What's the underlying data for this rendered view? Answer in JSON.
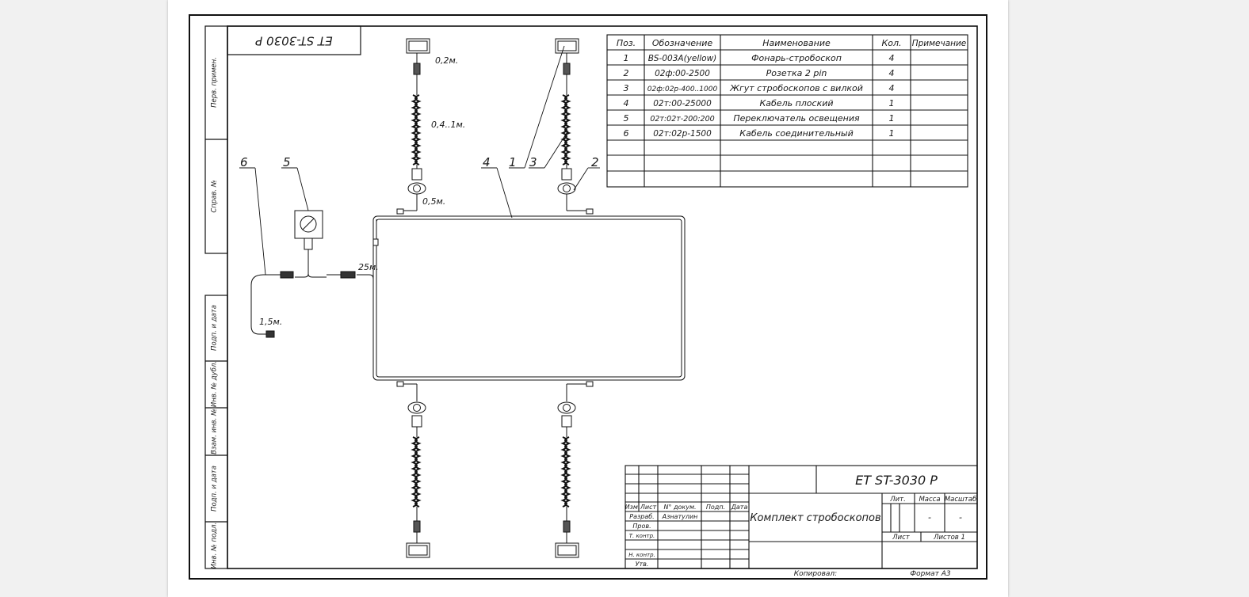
{
  "stamp_rotated": "ET ST-3030 P",
  "side_columns": {
    "perv_primen": "Перв. примен.",
    "sprav_no": "Справ. №",
    "podp_data_1": "Подп. и дата",
    "inv_dubl": "Инв. № дубл.",
    "vzam_inv": "Взам. инв. №",
    "podp_data_2": "Подп. и дата",
    "inv_podl": "Инв. № подл."
  },
  "callouts": {
    "c1": "1",
    "c2": "2",
    "c3": "3",
    "c4": "4",
    "c5": "5",
    "c6": "6"
  },
  "dimensions": {
    "lamp_lead": "0,2м.",
    "spiral": "0,4..1м.",
    "socket_lead": "0,5м.",
    "main_cable": "25м.",
    "plug_lead": "1,5м."
  },
  "spec": {
    "headers": [
      "Поз.",
      "Обозначение",
      "Наименование",
      "Кол.",
      "Примечание"
    ],
    "rows": [
      {
        "pos": "1",
        "code": "BS-003A(yellow)",
        "name": "Фонарь-стробоскоп",
        "qty": "4",
        "note": ""
      },
      {
        "pos": "2",
        "code": "02ф:00-2500",
        "name": "Розетка 2 pin",
        "qty": "4",
        "note": ""
      },
      {
        "pos": "3",
        "code": "02ф:02р-400..1000",
        "name": "Жгут стробоскопов с вилкой",
        "qty": "4",
        "note": ""
      },
      {
        "pos": "4",
        "code": "02т:00-25000",
        "name": "Кабель плоский",
        "qty": "1",
        "note": ""
      },
      {
        "pos": "5",
        "code": "02т:02т-200:200",
        "name": "Переключатель освещения",
        "qty": "1",
        "note": ""
      },
      {
        "pos": "6",
        "code": "02т:02р-1500",
        "name": "Кабель соединительный",
        "qty": "1",
        "note": ""
      }
    ]
  },
  "title_block": {
    "designation": "ET ST-3030 P",
    "product_name": "Комплект стробоскопов",
    "izm": "Изм.",
    "list": "Лист",
    "doc_no": "N° докум.",
    "podp": "Подп.",
    "data": "Дата",
    "razrab": "Разраб.",
    "razrab_name": "Азнатулин",
    "prov": "Пров.",
    "t_kontr": "Т. контр.",
    "n_kontr": "Н. контр.",
    "utv": "Утв.",
    "lit": "Лит.",
    "massa": "Масса",
    "masshtab": "Масштаб",
    "massa_value": "-",
    "masshtab_value": "-",
    "sheet_label": "Лист",
    "sheets_label": "Листов 1",
    "copied": "Копировал:",
    "format": "Формат А3"
  }
}
